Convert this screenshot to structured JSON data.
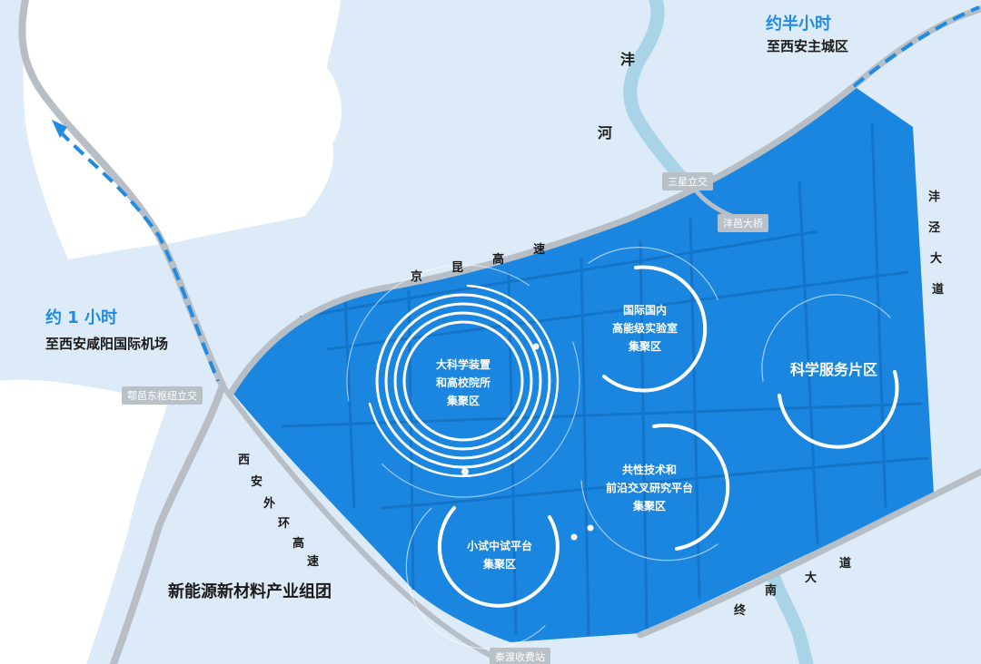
{
  "destinations": {
    "main_city": {
      "time": "约半小时",
      "name": "至西安主城区"
    },
    "airport": {
      "time": "约 1 小时",
      "name": "至西安咸阳国际机场"
    }
  },
  "river": {
    "name_chars": [
      "沣",
      "河"
    ]
  },
  "roads": {
    "jingkun": [
      "京",
      "昆",
      "高",
      "速"
    ],
    "xian_ring": [
      "西",
      "安",
      "外",
      "环",
      "高",
      "速"
    ],
    "fengjing": [
      "沣",
      "泾",
      "大",
      "道"
    ],
    "zhongnan": [
      "终",
      "南",
      "大",
      "道"
    ]
  },
  "interchanges": {
    "sanxing": "三星立交",
    "fengyi_bridge": "沣邑大桥",
    "huyi": "鄠邑东枢纽立交",
    "qindu": "秦渡收费站"
  },
  "zones": {
    "big_science": [
      "大科学装置",
      "和高校院所",
      "集聚区"
    ],
    "intl_lab": [
      "国际国内",
      "高能级实验室",
      "集聚区"
    ],
    "science_service": [
      "科学服务片区"
    ],
    "common_tech": [
      "共性技术和",
      "前沿交叉研究平台",
      "集聚区"
    ],
    "pilot": [
      "小试中试平台",
      "集聚区"
    ]
  },
  "cluster": {
    "name": "新能源新材料产业组团"
  },
  "colors": {
    "background": "#dcebf7",
    "land": "#ffffff",
    "zone_fill": "#1a86e0",
    "river": "#a8d3e6",
    "road": "#b7bec5",
    "route_dash": "#1f8be3"
  }
}
